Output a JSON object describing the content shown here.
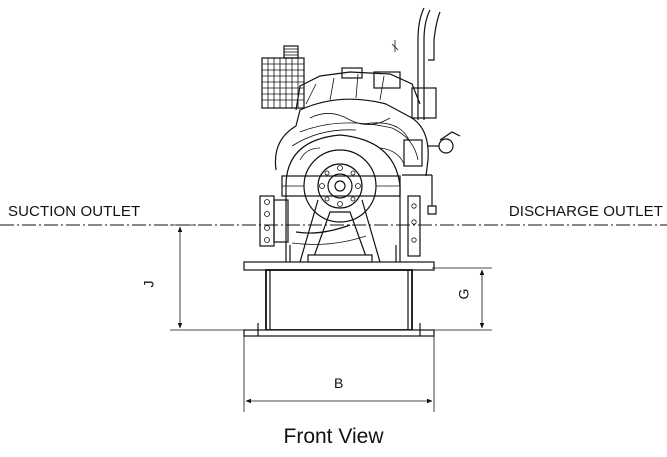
{
  "labels": {
    "suction": "SUCTION OUTLET",
    "discharge": "DISCHARGE OUTLET",
    "dim_b": "B",
    "dim_g": "G",
    "dim_j": "J",
    "caption": "Front View"
  },
  "colors": {
    "line": "#111111",
    "background": "#ffffff"
  }
}
